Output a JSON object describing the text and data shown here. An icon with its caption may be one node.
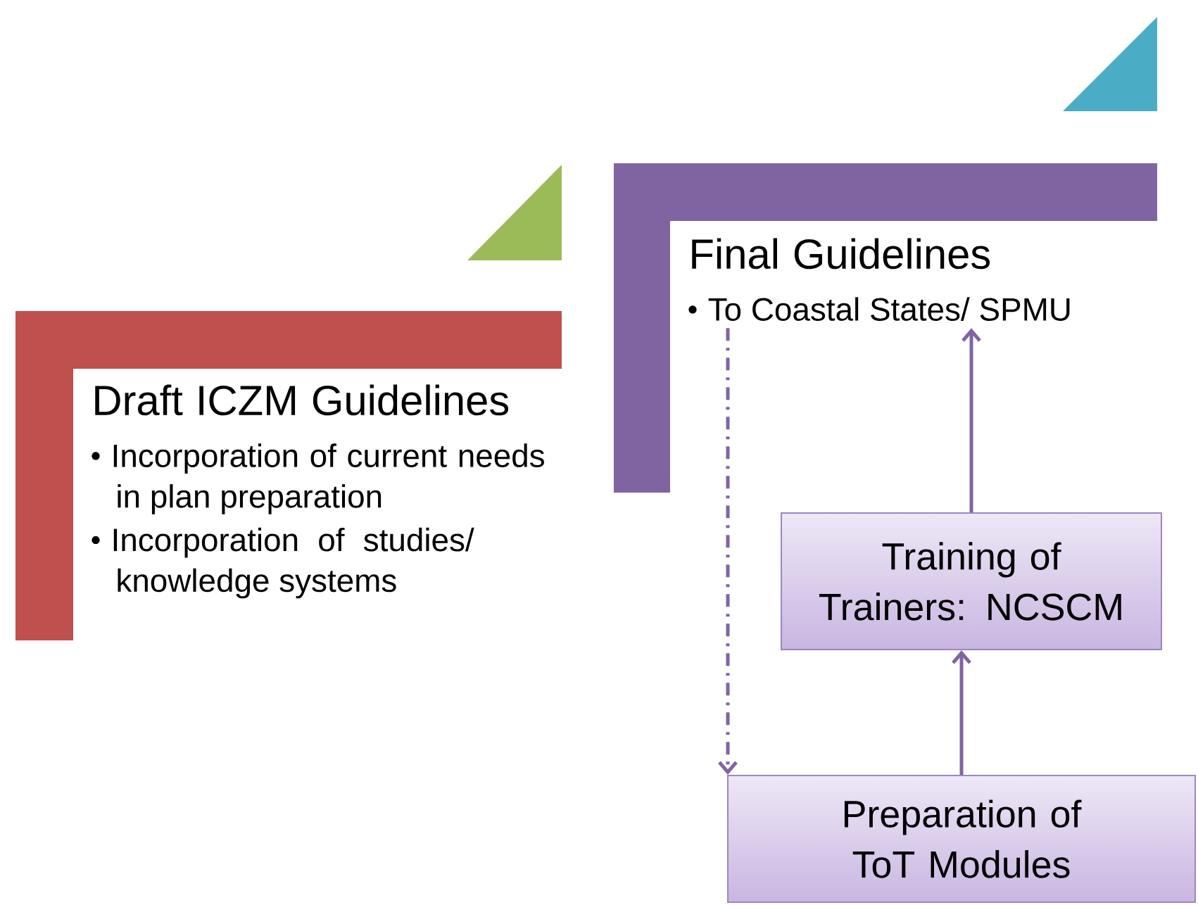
{
  "diagram": {
    "nodes": [
      {
        "text": [
          "Draft ICZM Guidelines",
          "Incorporation of current needs in plan preparation",
          "Incorporation of studies/ knowledge systems"
        ]
      },
      {
        "text": [
          "Final Guidelines",
          "To Coastal States/ SPMU"
        ]
      },
      {
        "text": [
          "Training of Trainers: NCSCM"
        ]
      },
      {
        "text": [
          "Preparation of ToT Modules"
        ]
      }
    ],
    "edges": [
      {
        "from": 3,
        "to": 2,
        "arrow": "to"
      },
      {
        "from": 2,
        "to": 1,
        "arrow": "to"
      },
      {
        "from": 1,
        "to": 3,
        "arrow": "to",
        "style": "dashed"
      }
    ]
  }
}
